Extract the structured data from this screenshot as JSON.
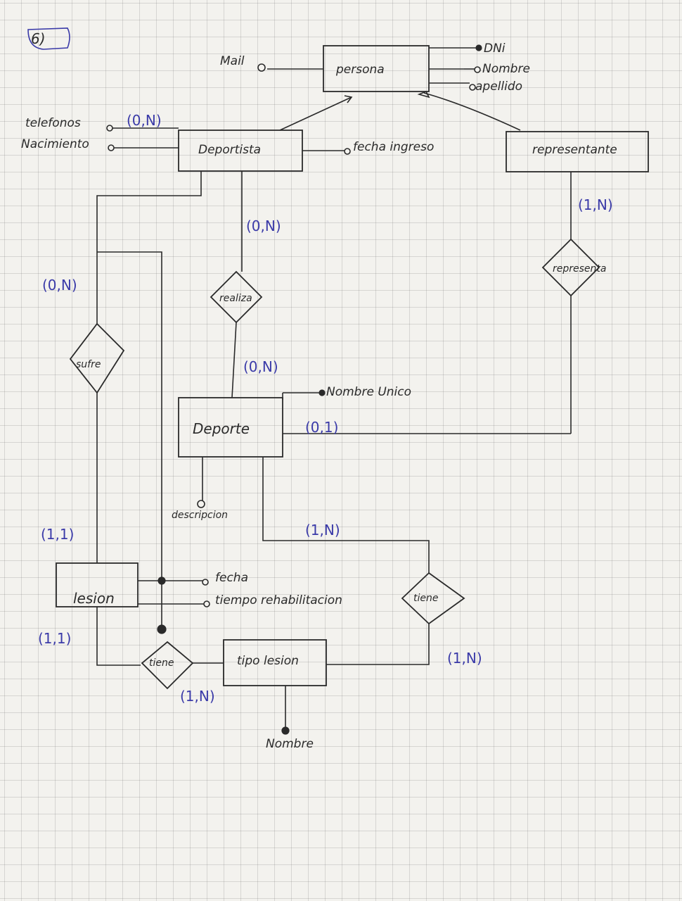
{
  "diagram": {
    "number_label": "6)",
    "entities": {
      "persona": "persona",
      "deportista": "Deportista",
      "representante": "representante",
      "deporte": "Deporte",
      "lesion": "lesion",
      "tipo_lesion": "tipo lesion"
    },
    "relationships": {
      "realiza": "realiza",
      "representa": "representa",
      "sufre": "sufre",
      "tiene_lesion": "tiene",
      "tiene_deporte": "tiene"
    },
    "attributes": {
      "dni": "DNi",
      "nombre_persona": "Nombre",
      "apellido": "apellido",
      "mail": "Mail",
      "telefonos": "telefonos",
      "nacimiento": "Nacimiento",
      "fecha_ingreso": "fecha ingreso",
      "nombre_unico": "Nombre Unico",
      "descripcion": "descripcion",
      "fecha": "fecha",
      "tiempo_rehabilitacion": "tiempo rehabilitacion",
      "nombre_tipo": "Nombre"
    },
    "cardinalities": {
      "telefonos": "(0,N)",
      "deportista_realiza": "(0,N)",
      "realiza_deporte": "(0,N)",
      "representante_representa": "(1,N)",
      "deporte_representa": "(0,1)",
      "deportista_sufre": "(0,N)",
      "sufre_lesion": "(1,1)",
      "lesion_tiene": "(1,1)",
      "tiene_tipo": "(1,N)",
      "deporte_tiene": "(1,N)",
      "tiene_tipo_deporte": "(1,N)"
    }
  }
}
